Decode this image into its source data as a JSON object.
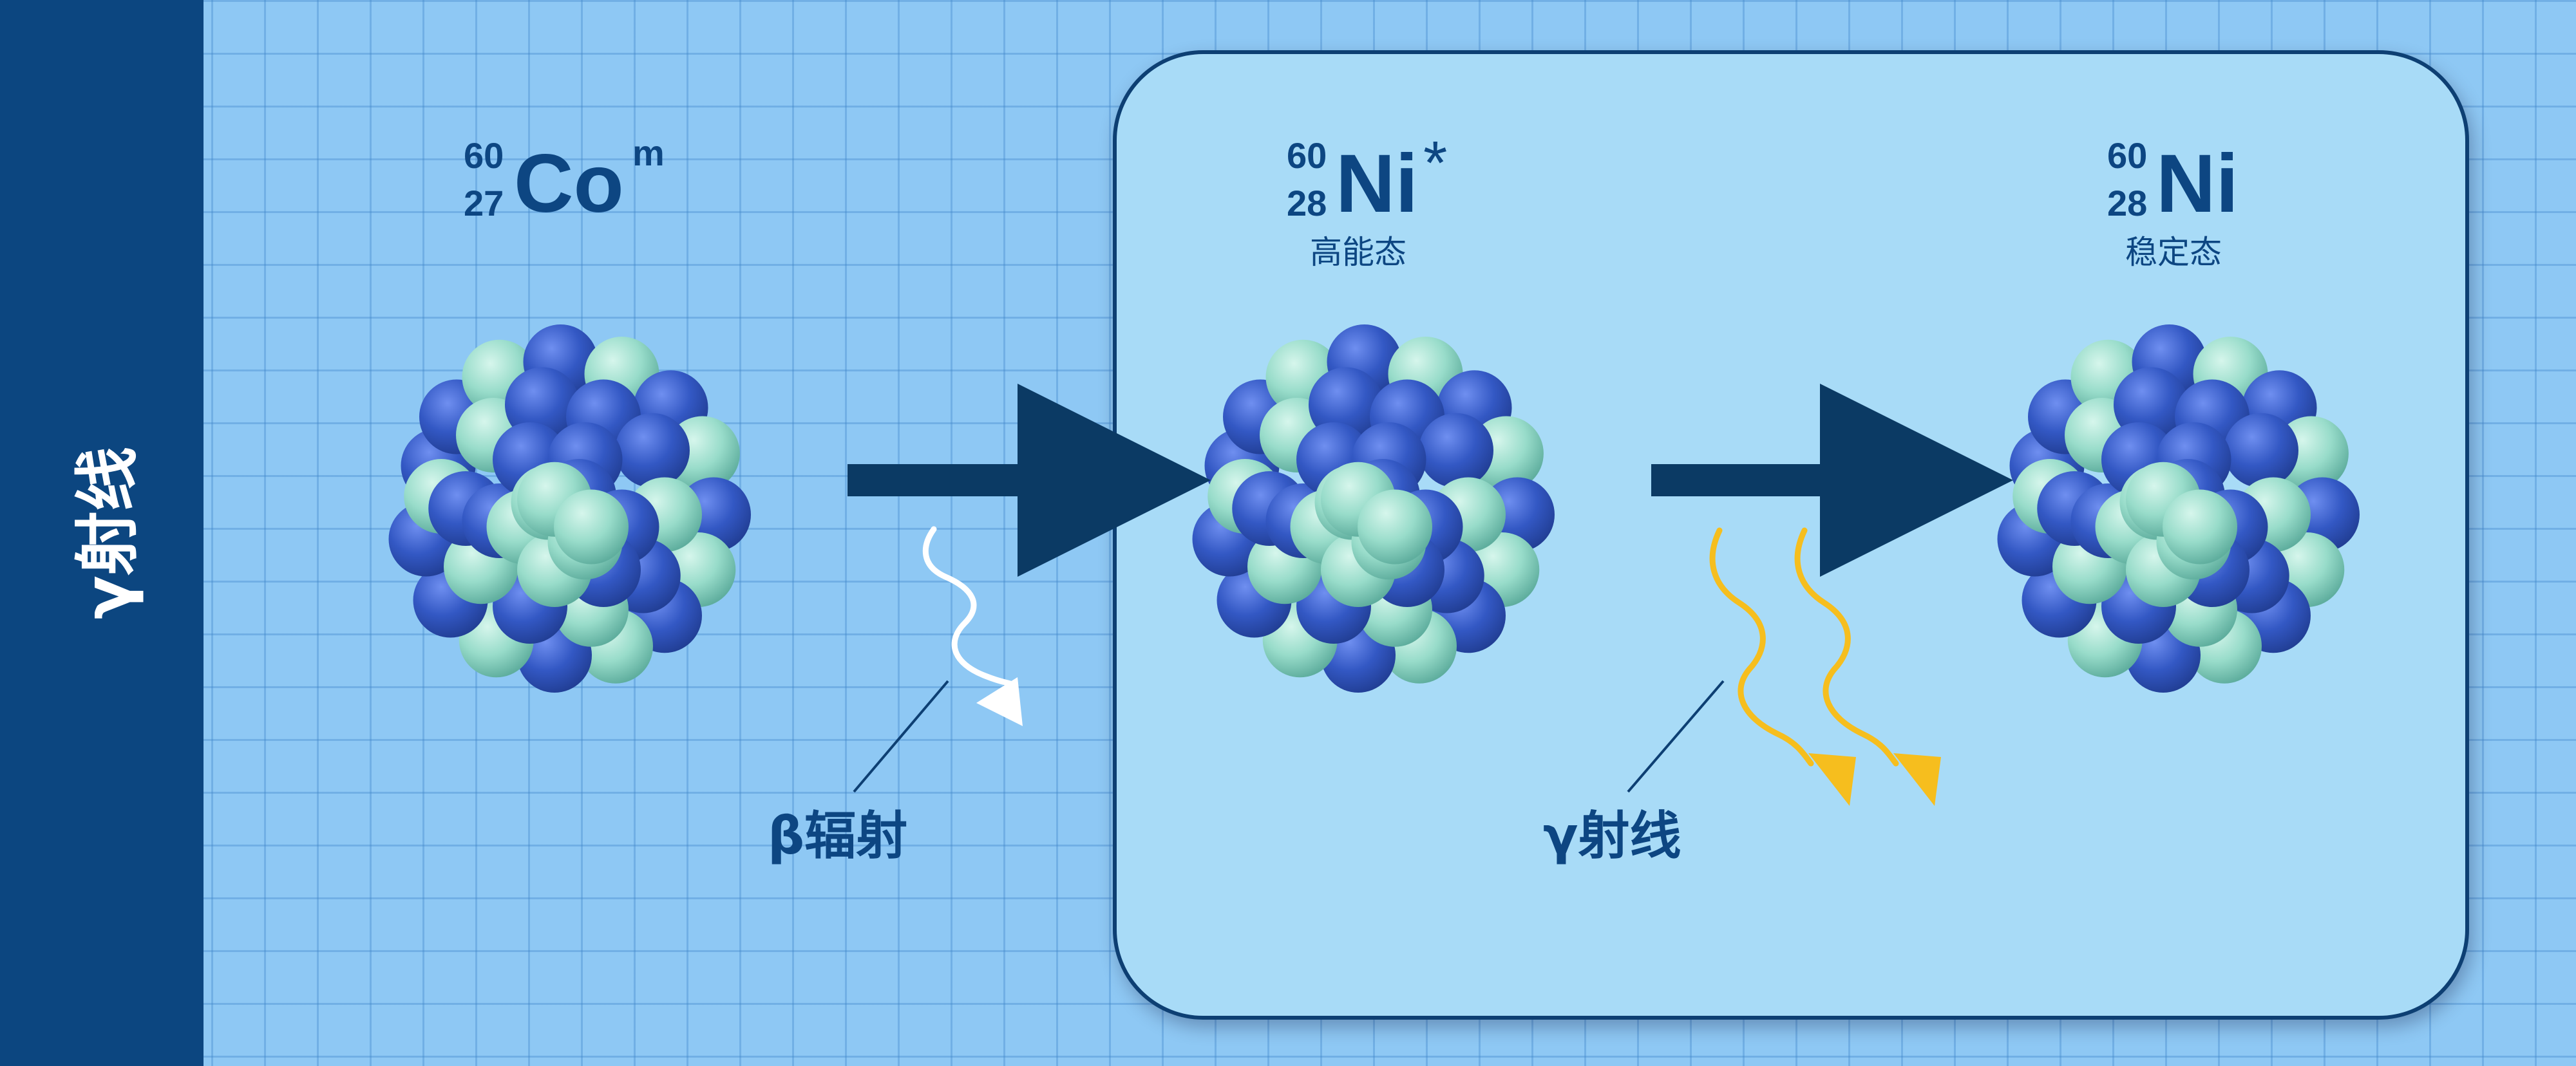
{
  "sidebar": {
    "title": "γ射线"
  },
  "parent_nuclide": {
    "mass_number": "60",
    "atomic_number": "27",
    "symbol": "Co",
    "superscript": "m"
  },
  "excited_nuclide": {
    "mass_number": "60",
    "atomic_number": "28",
    "symbol": "Ni",
    "superscript": "*",
    "state_label": "高能态"
  },
  "stable_nuclide": {
    "mass_number": "60",
    "atomic_number": "28",
    "symbol": "Ni",
    "state_label": "稳定态"
  },
  "labels": {
    "beta": "β辐射",
    "gamma": "γ射线"
  },
  "colors": {
    "sidebar": "#0c4680",
    "panel": "#a8dbf7",
    "proton": "#3358c4",
    "neutron": "#98dcca",
    "arrow": "#0b3a64",
    "beta_ray": "#ffffff",
    "gamma_ray": "#f6be1e",
    "text": "#0d4682"
  }
}
